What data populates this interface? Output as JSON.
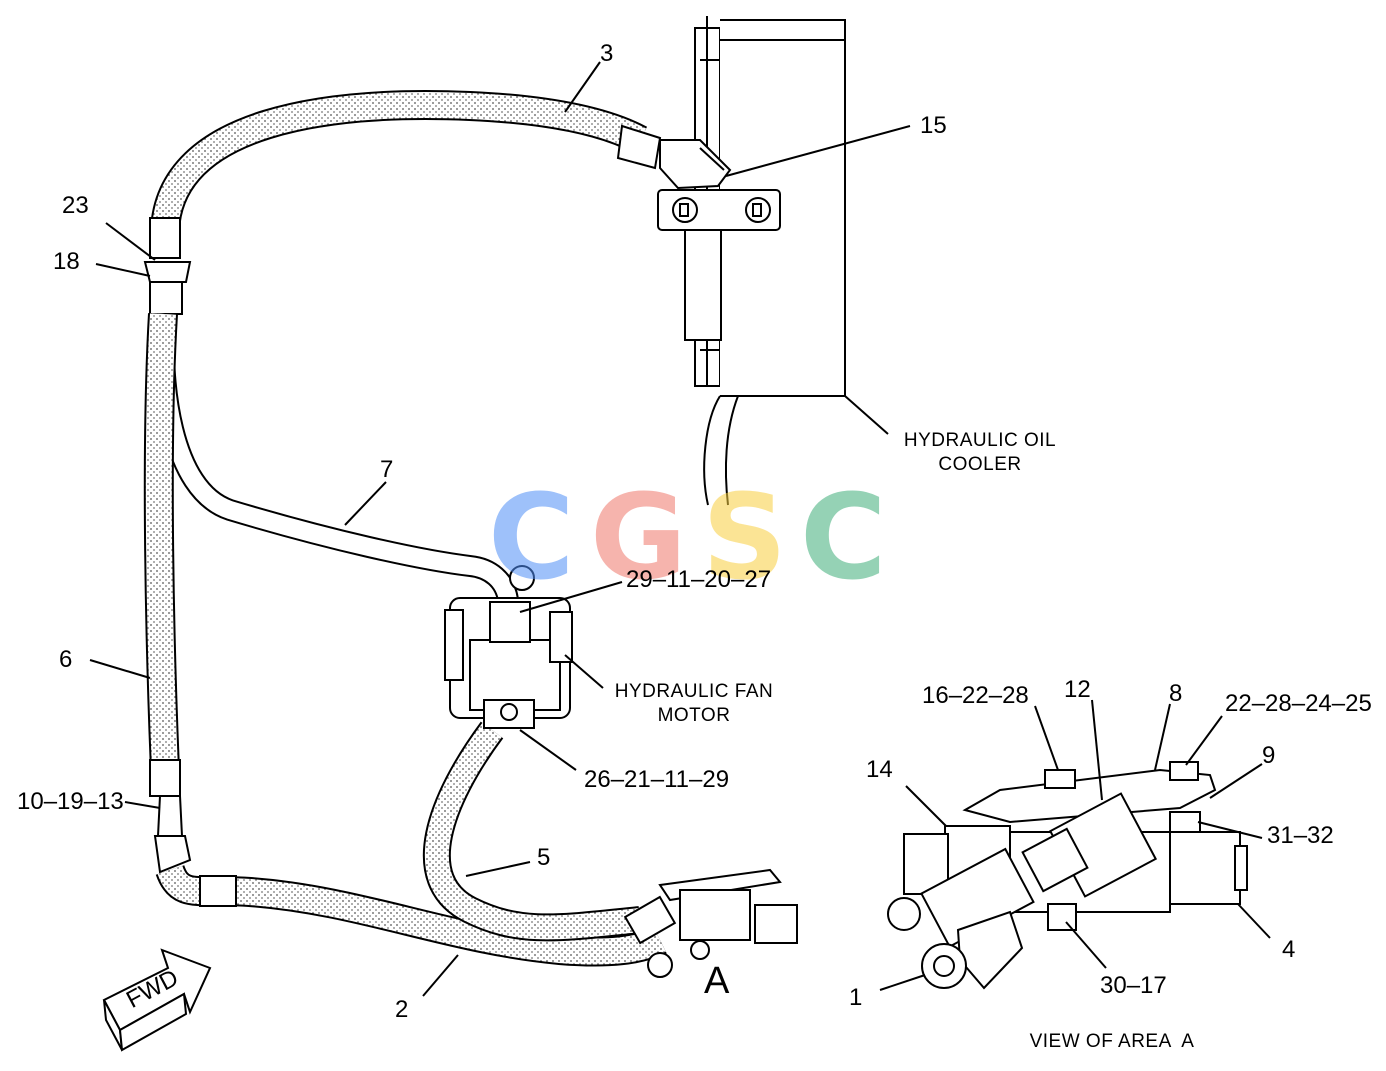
{
  "callouts": {
    "c3": "3",
    "c15": "15",
    "c23": "23",
    "c18": "18",
    "c7": "7",
    "c29_11_20_27": "29–11–20–27",
    "c6": "6",
    "c26_21_11_29": "26–21–11–29",
    "c10_19_13": "10–19–13",
    "c5": "5",
    "c2": "2",
    "c16_22_28": "16–22–28",
    "c12": "12",
    "c8": "8",
    "c22_28_24_25": "22–28–24–25",
    "c9": "9",
    "c14": "14",
    "c31_32": "31–32",
    "c4": "4",
    "c30_17": "30–17",
    "c1": "1"
  },
  "captions": {
    "cooler_line1": "HYDRAULIC OIL",
    "cooler_line2": "COOLER",
    "fan_motor_line1": "HYDRAULIC FAN",
    "fan_motor_line2": "MOTOR",
    "view_of_area": "VIEW OF AREA  A",
    "area_marker": "A",
    "fwd_arrow": "FWD"
  },
  "watermark": {
    "letters": [
      "C",
      "G",
      "S",
      "C"
    ],
    "colors": [
      "#4f8ff7",
      "#f0776b",
      "#f9cf3f",
      "#3fae7a"
    ]
  }
}
